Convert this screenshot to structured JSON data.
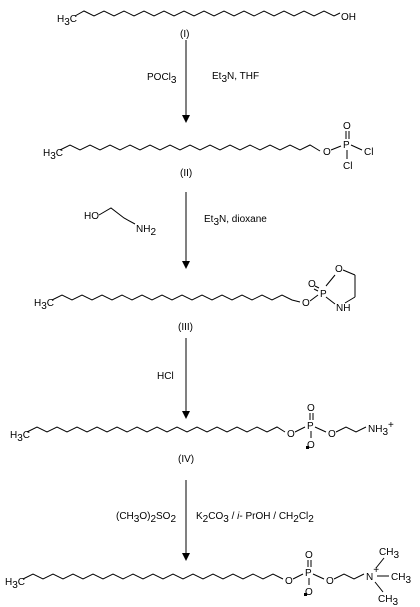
{
  "compounds": {
    "I": {
      "label": "(I)",
      "tail": "OH"
    },
    "II": {
      "label": "(II)",
      "atoms": {
        "o_link": "O",
        "p": "P",
        "o_dbl": "O",
        "cl1": "Cl",
        "cl2": "Cl"
      }
    },
    "III": {
      "label": "(III)",
      "atoms": {
        "o_link": "O",
        "p": "P",
        "o_dbl": "O",
        "o_ring": "O",
        "n_ring": "N",
        "h_ring": "H"
      }
    },
    "IV": {
      "label": "(IV)",
      "atoms": {
        "o_link": "O",
        "p": "P",
        "o_dbl": "O",
        "o_neg": "O",
        "o_ester": "O",
        "ammonium": "NH",
        "ammonium_sub": "3",
        "charge": "+"
      }
    },
    "V": {
      "atoms": {
        "o_link": "O",
        "p": "P",
        "o_dbl": "O",
        "o_neg": "O",
        "o_ester": "O",
        "n": "N",
        "charge": "+",
        "methyl": "CH",
        "methyl_sub": "3"
      }
    }
  },
  "methyl_group": {
    "h": "H",
    "sub": "3",
    "c": "C"
  },
  "steps": [
    {
      "reagents_left": {
        "main": "POCl",
        "sub": "3"
      },
      "reagents_right": {
        "a": "Et",
        "a_sub": "3",
        "b": "N, THF"
      }
    },
    {
      "ethanolamine": {
        "ho": "HO",
        "nh": "NH",
        "nh_sub": "2"
      },
      "reagents_right": {
        "a": "Et",
        "a_sub": "3",
        "b": "N, dioxane"
      }
    },
    {
      "reagents_left": {
        "main": "HCl"
      }
    },
    {
      "reagents_left": {
        "a": "(CH",
        "a_sub": "3",
        "b": "O)",
        "b_sub": "2",
        "c": "SO",
        "c_sub": "2"
      },
      "reagents_right": {
        "a": "K",
        "a_sub": "2",
        "b": "CO",
        "b_sub": "3",
        "c": " / ",
        "d": "i",
        "e": "- PrOH / CH",
        "e_sub": "2",
        "f": "Cl",
        "f_sub": "2"
      }
    }
  ]
}
